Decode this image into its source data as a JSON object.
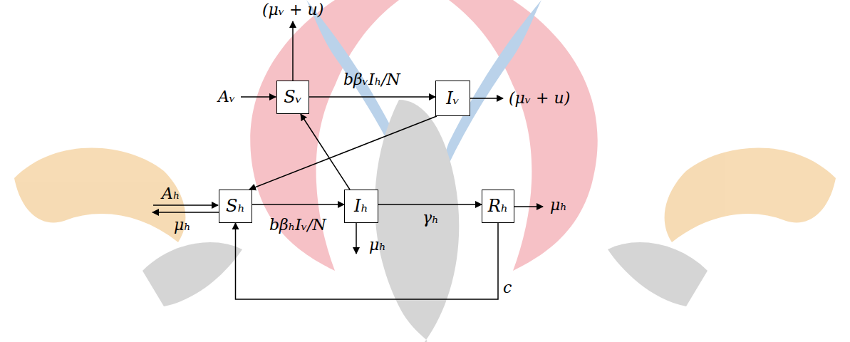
{
  "diagram": {
    "nodes": [
      {
        "text": [
          "Sᵥ"
        ]
      },
      {
        "text": [
          "Iᵥ"
        ]
      },
      {
        "text": [
          "Sₕ"
        ]
      },
      {
        "text": [
          "Iₕ"
        ]
      },
      {
        "text": [
          "Rₕ"
        ]
      }
    ],
    "edges": [
      {
        "from": 0,
        "to": 1,
        "arrow": "to",
        "label": "bβᵥIₕ/N"
      },
      {
        "from": 1,
        "to": 2,
        "arrow": "to"
      },
      {
        "from": 3,
        "to": 0,
        "arrow": "to"
      },
      {
        "from": 2,
        "to": 3,
        "arrow": "to",
        "label": "bβₕIᵥ/N"
      },
      {
        "from": 3,
        "to": 4,
        "arrow": "to",
        "label": "γₕ"
      },
      {
        "from": 4,
        "to": 2,
        "arrow": "to",
        "label": "c"
      }
    ],
    "labels": [
      "(μᵥ + u)",
      "Aᵥ",
      "(μᵥ + u)",
      "Aₕ",
      "μₕ",
      "μₕ",
      "μₕ"
    ]
  }
}
